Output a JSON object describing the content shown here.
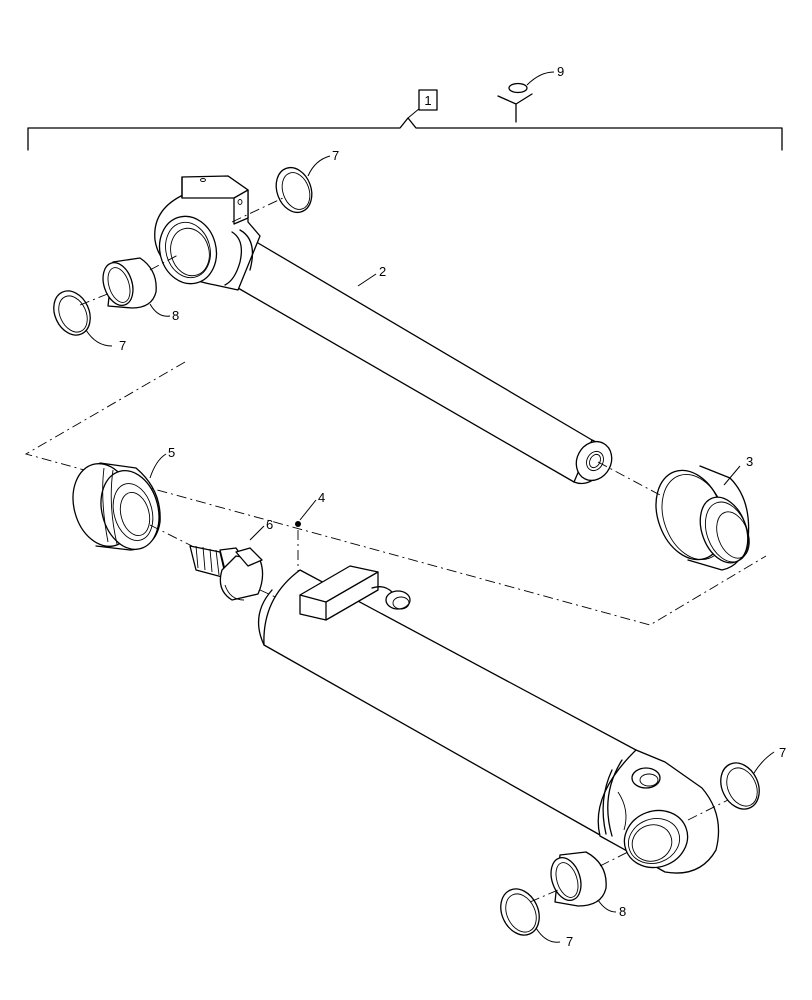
{
  "callouts": {
    "c1": "1",
    "c2": "2",
    "c3": "3",
    "c4": "4",
    "c5": "5",
    "c6": "6",
    "c7a": "7",
    "c7b": "7",
    "c7c": "7",
    "c7d": "7",
    "c8a": "8",
    "c8b": "8",
    "c9": "9"
  },
  "icons": {
    "assembly_bracket": "bracket-icon",
    "kit_symbol": "kit-symbol-icon"
  },
  "colors": {
    "line": "#000000",
    "background": "#ffffff"
  }
}
